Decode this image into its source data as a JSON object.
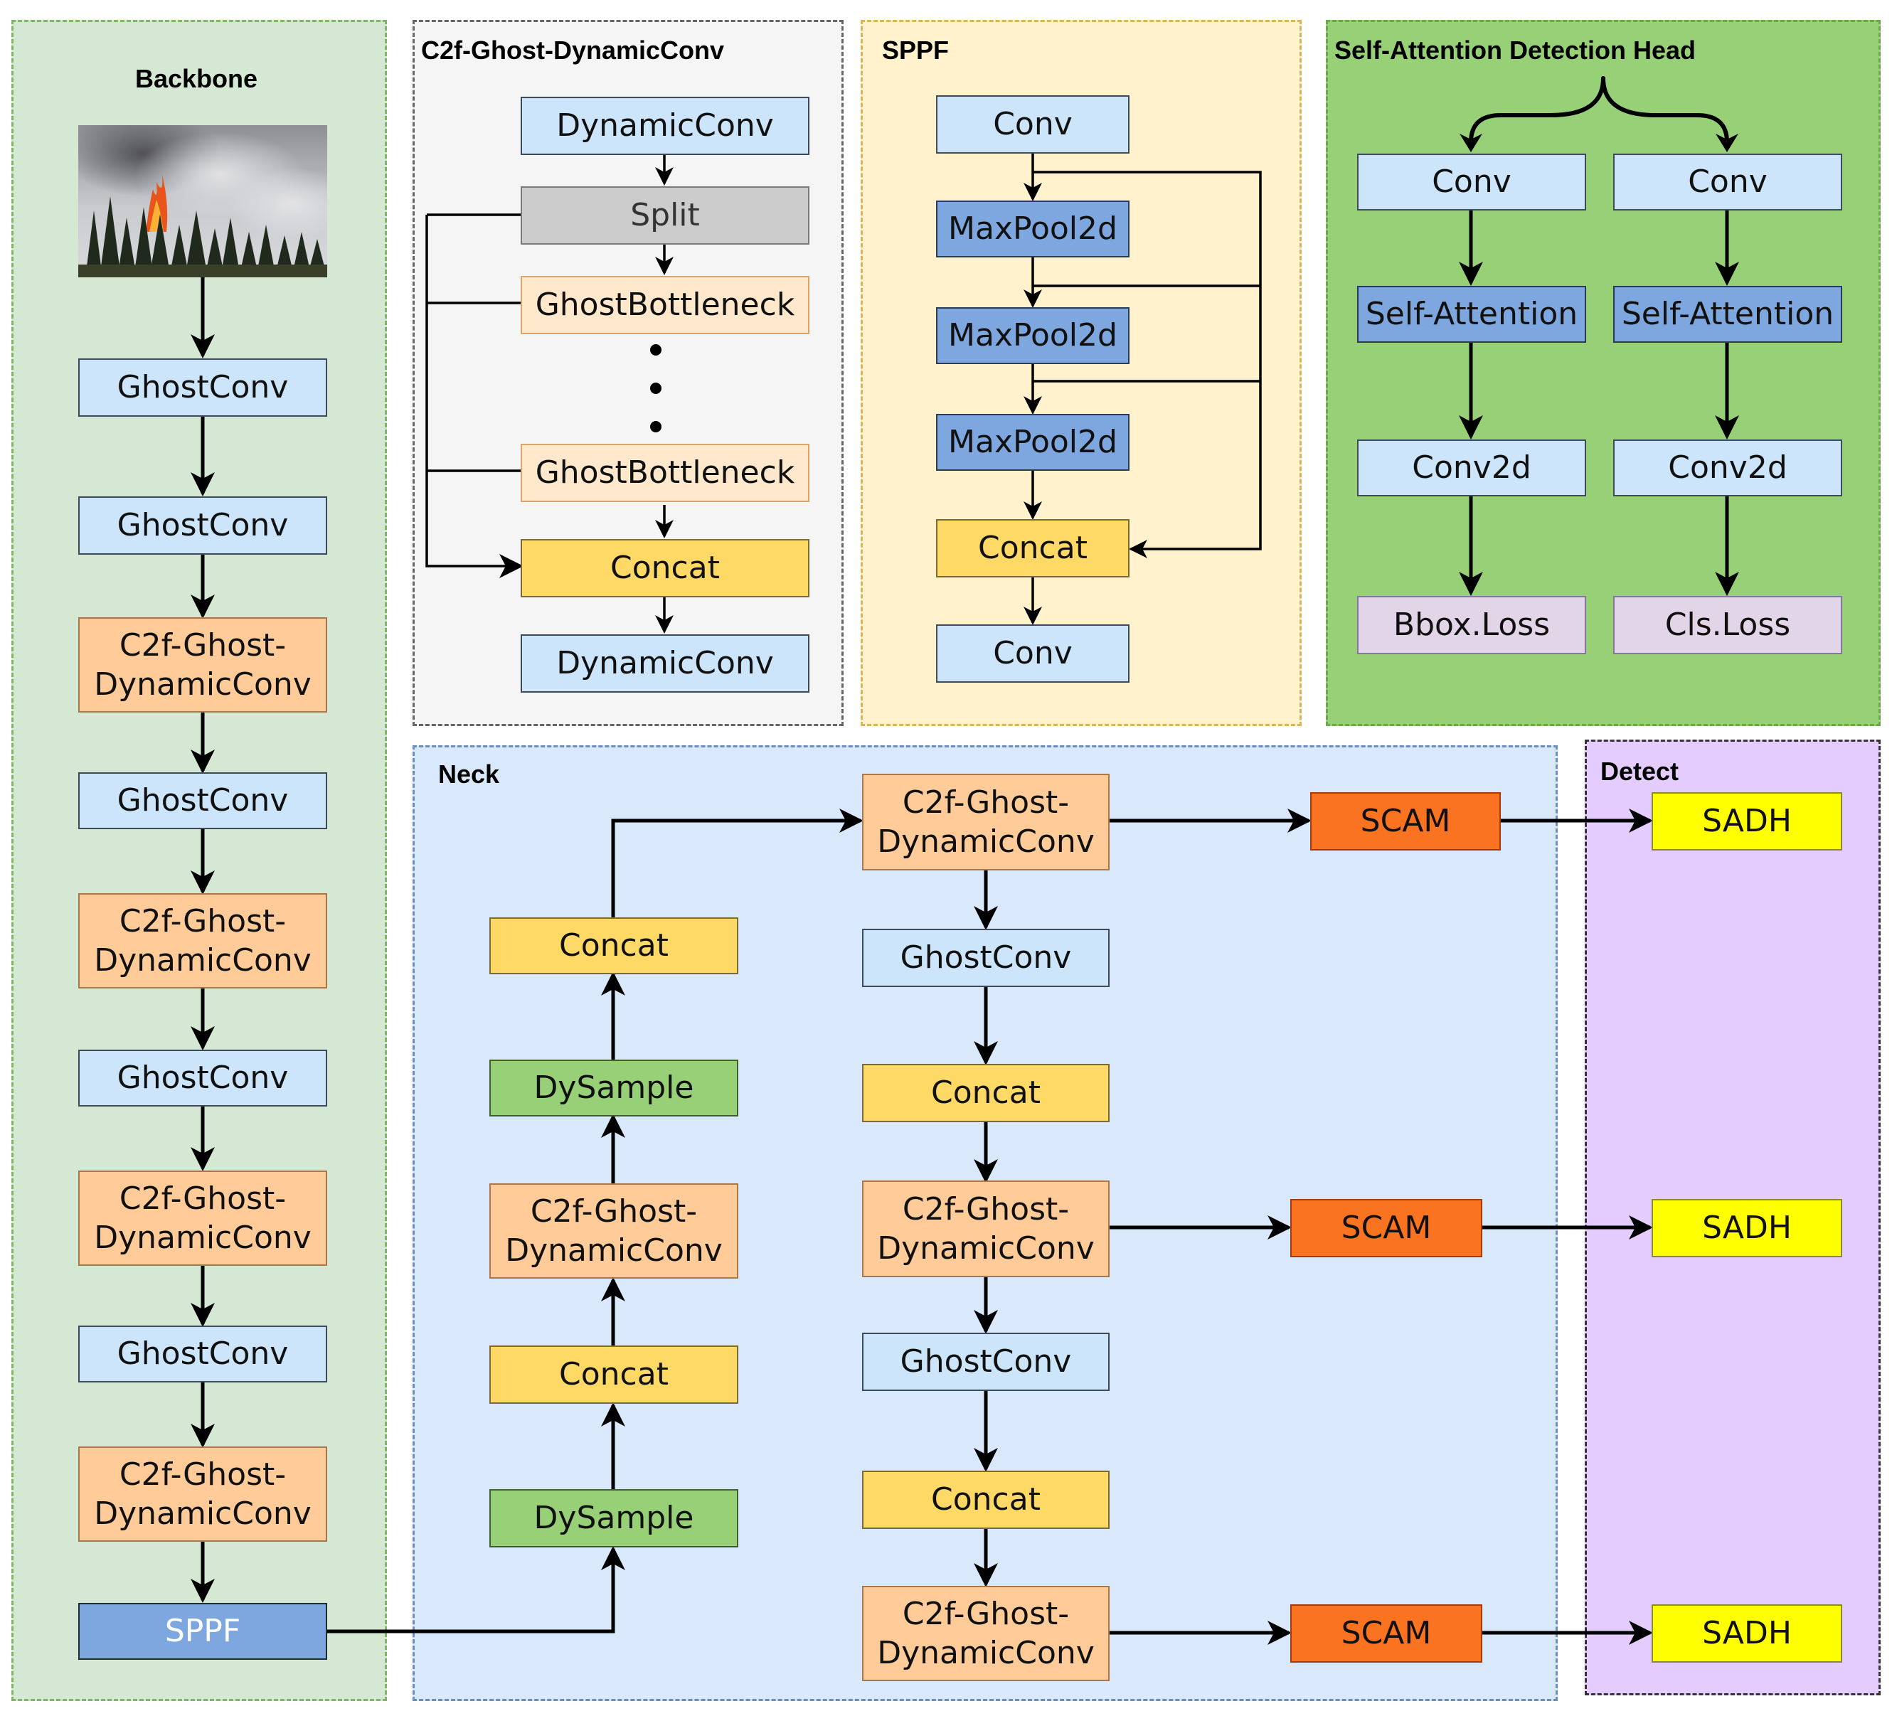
{
  "panels": {
    "backbone": "Backbone",
    "c2f": "C2f-Ghost-DynamicConv",
    "sppf": "SPPF",
    "head": "Self-Attention Detection Head",
    "neck": "Neck",
    "detect": "Detect"
  },
  "backbone": {
    "image_alt": "forest-fire-photo",
    "ghostconv1": "GhostConv",
    "ghostconv2": "GhostConv",
    "c2f1": "C2f-Ghost-\nDynamicConv",
    "ghostconv3": "GhostConv",
    "c2f2": "C2f-Ghost-\nDynamicConv",
    "ghostconv4": "GhostConv",
    "c2f3": "C2f-Ghost-\nDynamicConv",
    "ghostconv5": "GhostConv",
    "c2f4": "C2f-Ghost-\nDynamicConv",
    "sppf": "SPPF"
  },
  "c2f": {
    "dynconv_top": "DynamicConv",
    "split": "Split",
    "ghostbottleneck1": "GhostBottleneck",
    "ghostbottleneck2": "GhostBottleneck",
    "concat": "Concat",
    "dynconv_bottom": "DynamicConv"
  },
  "sppf": {
    "conv_top": "Conv",
    "maxpool1": "MaxPool2d",
    "maxpool2": "MaxPool2d",
    "maxpool3": "MaxPool2d",
    "concat": "Concat",
    "conv_bottom": "Conv"
  },
  "head": {
    "conv_left": "Conv",
    "conv_right": "Conv",
    "attn_left": "Self-Attention",
    "attn_right": "Self-Attention",
    "conv2d_left": "Conv2d",
    "conv2d_right": "Conv2d",
    "bbox_loss": "Bbox.Loss",
    "cls_loss": "Cls.Loss"
  },
  "neck": {
    "dysample_bottom": "DySample",
    "concat_low": "Concat",
    "c2f_left": "C2f-Ghost-\nDynamicConv",
    "dysample_top": "DySample",
    "concat_high": "Concat",
    "c2f_top": "C2f-Ghost-\nDynamicConv",
    "ghostconv1": "GhostConv",
    "concat2": "Concat",
    "c2f_mid": "C2f-Ghost-\nDynamicConv",
    "ghostconv2": "GhostConv",
    "concat3": "Concat",
    "c2f_bottom": "C2f-Ghost-\nDynamicConv",
    "scam1": "SCAM",
    "scam2": "SCAM",
    "scam3": "SCAM"
  },
  "detect": {
    "sadh1": "SADH",
    "sadh2": "SADH",
    "sadh3": "SADH"
  },
  "colors": {
    "backbone_bg": "#d5e8d4",
    "c2f_bg": "#f5f5f5",
    "sppf_bg": "#fff2cc",
    "head_bg": "#97d077",
    "neck_bg": "#dae8fc",
    "detect_bg": "#e5ccff"
  }
}
